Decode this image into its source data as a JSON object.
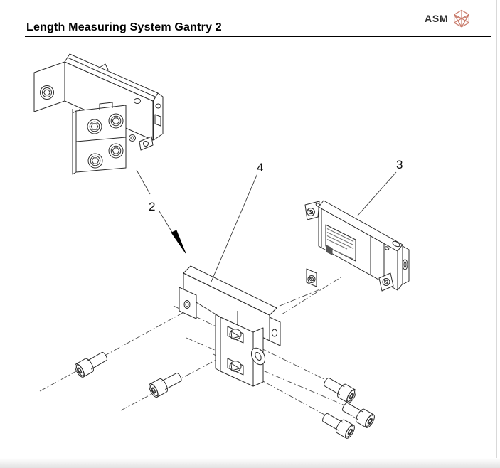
{
  "page": {
    "title": "Length Measuring System Gantry 2"
  },
  "brand": {
    "name": "ASM"
  },
  "diagram": {
    "callouts": [
      {
        "label": "2"
      },
      {
        "label": "3"
      },
      {
        "label": "4"
      }
    ]
  },
  "colors": {
    "line": "#2b2b2b",
    "center_line": "#4a4a4a",
    "logo": "#c97b6b",
    "rule": "#000000"
  }
}
